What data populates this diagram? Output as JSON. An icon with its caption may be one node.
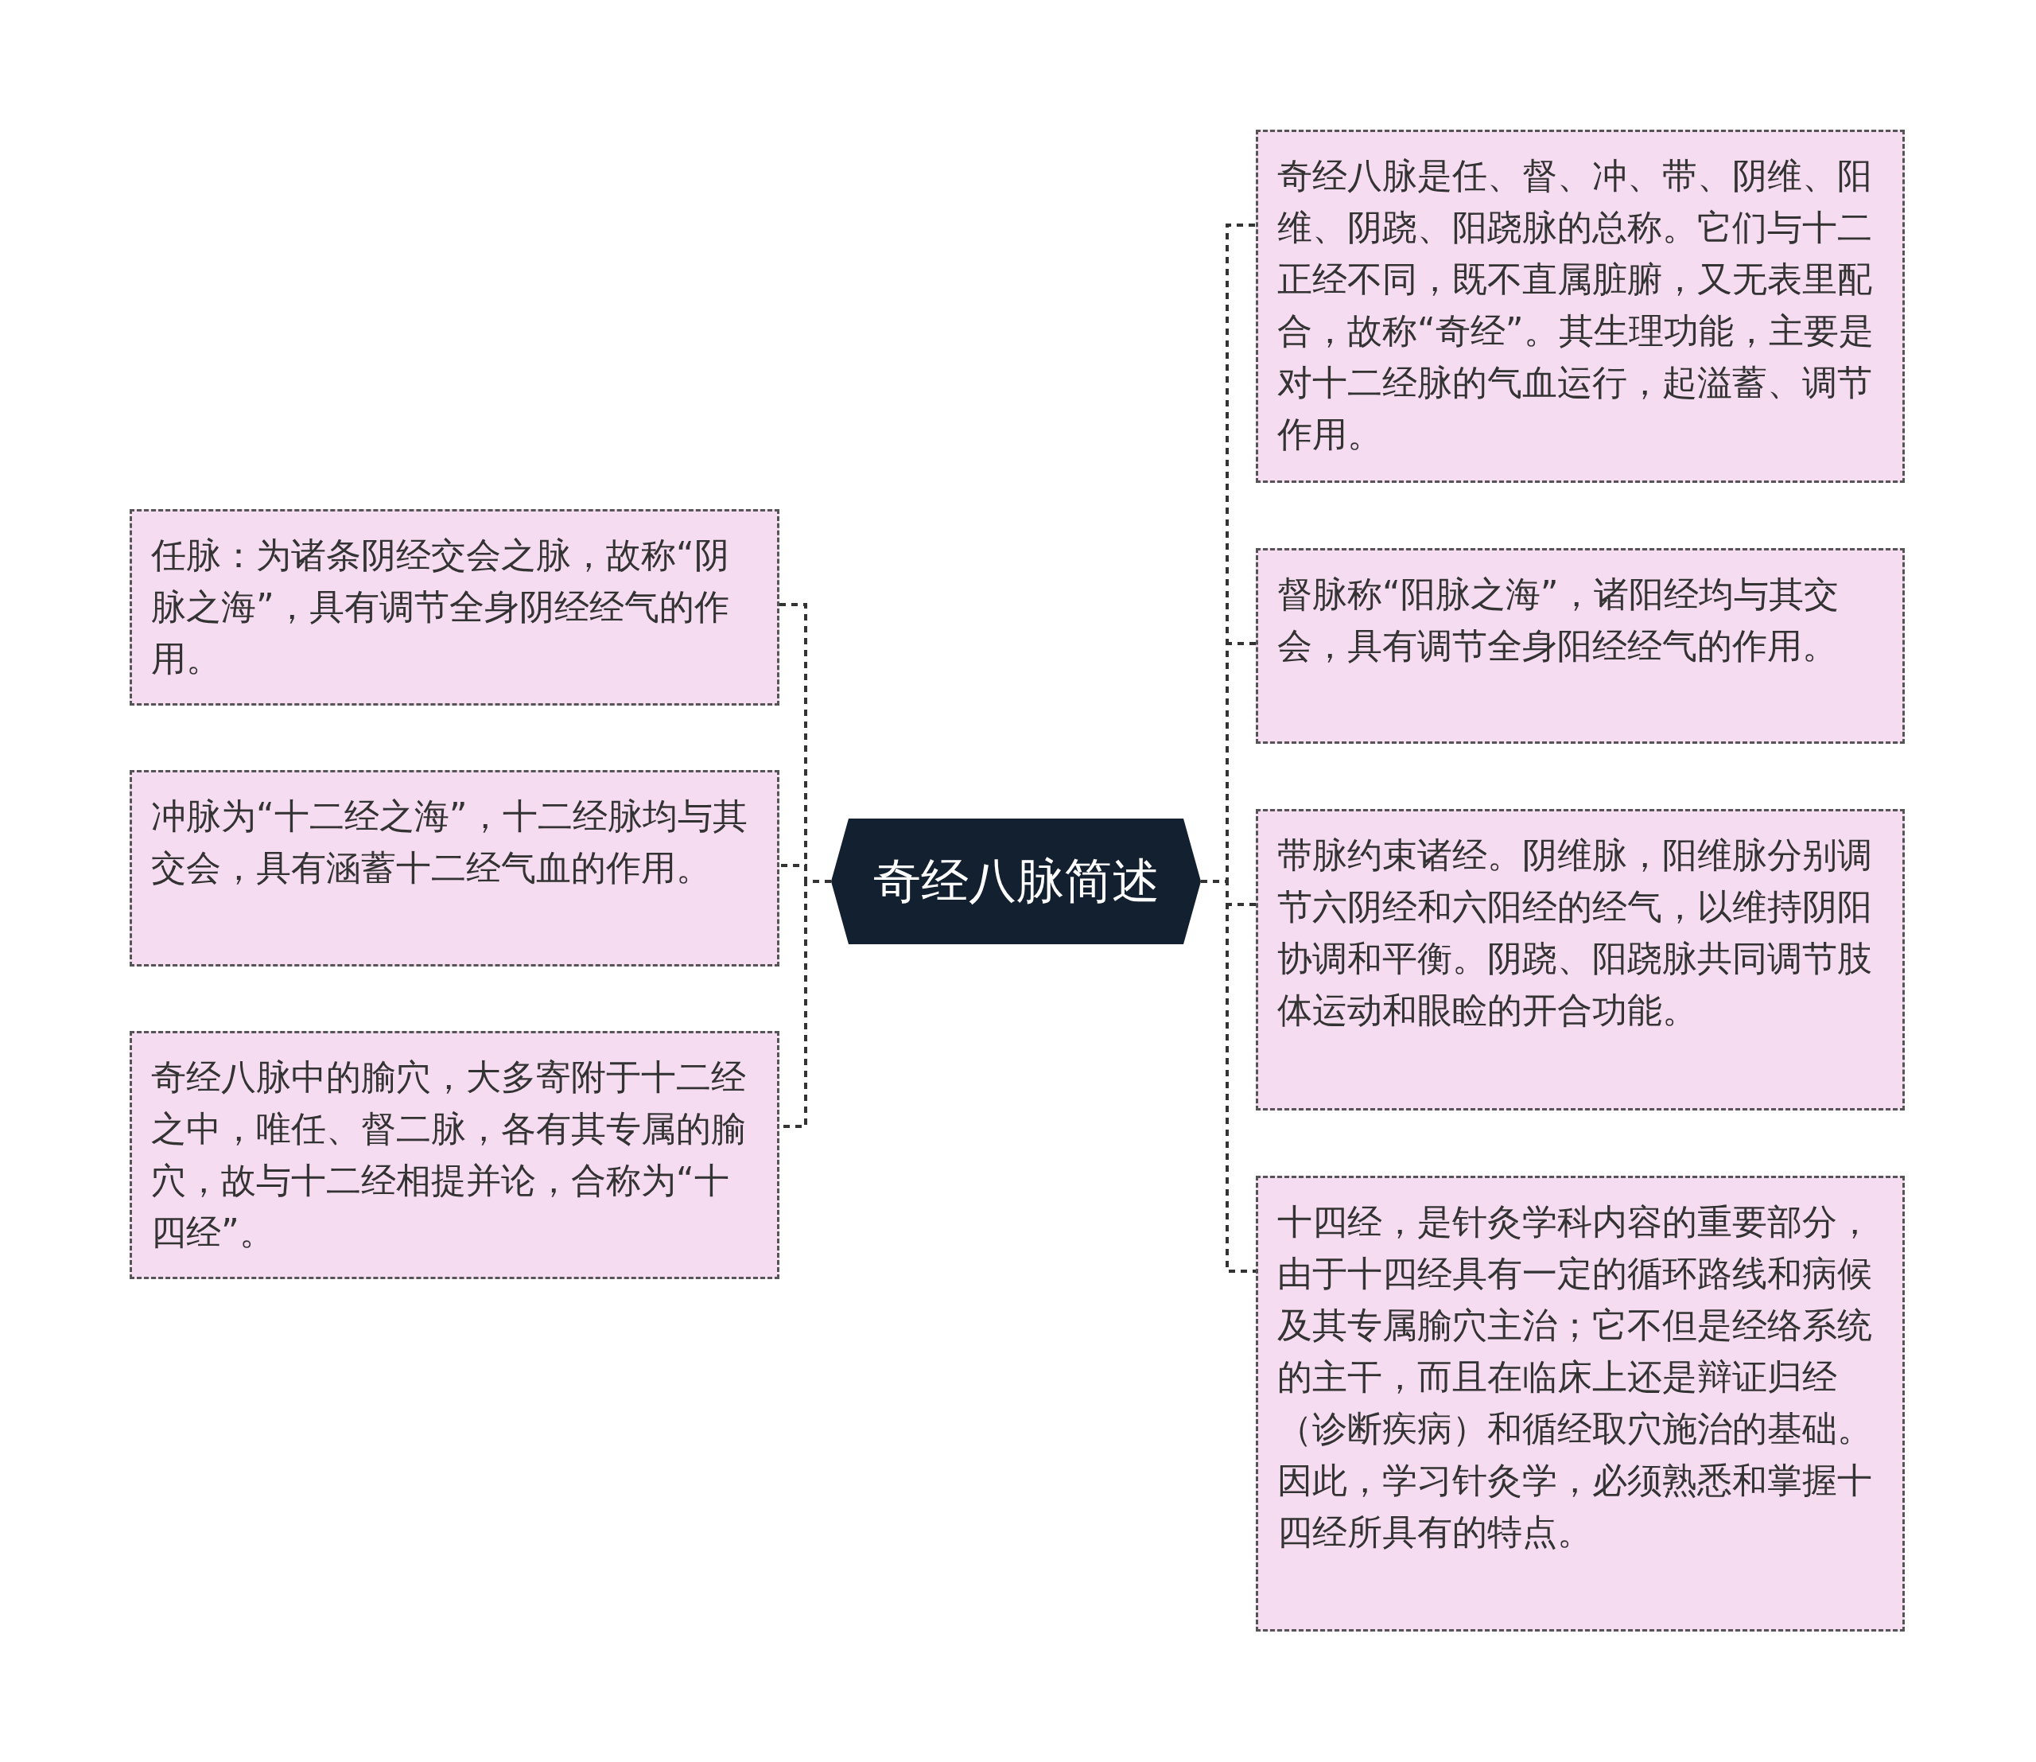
{
  "diagram": {
    "nodes": [
      {
        "text": [
          "奇经八脉简述"
        ]
      },
      {
        "text": [
          "任脉：为诸条阴经交会之脉，故称“阴脉之海”，具有调节全身阴经经气的作用。"
        ]
      },
      {
        "text": [
          "冲脉为“十二经之海”，十二经脉均与其交会，具有涵蓄十二经气血的作用。"
        ]
      },
      {
        "text": [
          "奇经八脉中的腧穴，大多寄附于十二经之中，唯任、督二脉，各有其专属的腧穴，故与十二经相提并论，合称为“十四经”。"
        ]
      },
      {
        "text": [
          "奇经八脉是任、督、冲、带、阴维、阳维、阴跷、阳跷脉的总称。它们与十二正经不同，既不直属脏腑，又无表里配合，故称“奇经”。其生理功能，主要是对十二经脉的气血运行，起溢蓄、调节作用。"
        ]
      },
      {
        "text": [
          "督脉称“阳脉之海”，诸阳经均与其交会，具有调节全身阳经经气的作用。"
        ]
      },
      {
        "text": [
          "带脉约束诸经。阴维脉，阳维脉分别调节六阴经和六阳经的经气，以维持阴阳协调和平衡。阴跷、阳跷脉共同调节肢体运动和眼睑的开合功能。"
        ]
      },
      {
        "text": [
          "十四经，是针灸学科内容的重要部分，由于十四经具有一定的循环路线和病候及其专属腧穴主治；它不但是经络系统的主干，而且在临床上还是辩证归经（诊断疾病）和循经取穴施治的基础。因此，学习针灸学，必须熟悉和掌握十四经所具有的特点。"
        ]
      }
    ],
    "edges": [
      {
        "from": 0,
        "to": 1,
        "arrow": "none"
      },
      {
        "from": 0,
        "to": 2,
        "arrow": "none"
      },
      {
        "from": 0,
        "to": 3,
        "arrow": "none"
      },
      {
        "from": 0,
        "to": 4,
        "arrow": "none"
      },
      {
        "from": 0,
        "to": 5,
        "arrow": "none"
      },
      {
        "from": 0,
        "to": 6,
        "arrow": "none"
      },
      {
        "from": 0,
        "to": 7,
        "arrow": "none"
      }
    ]
  }
}
